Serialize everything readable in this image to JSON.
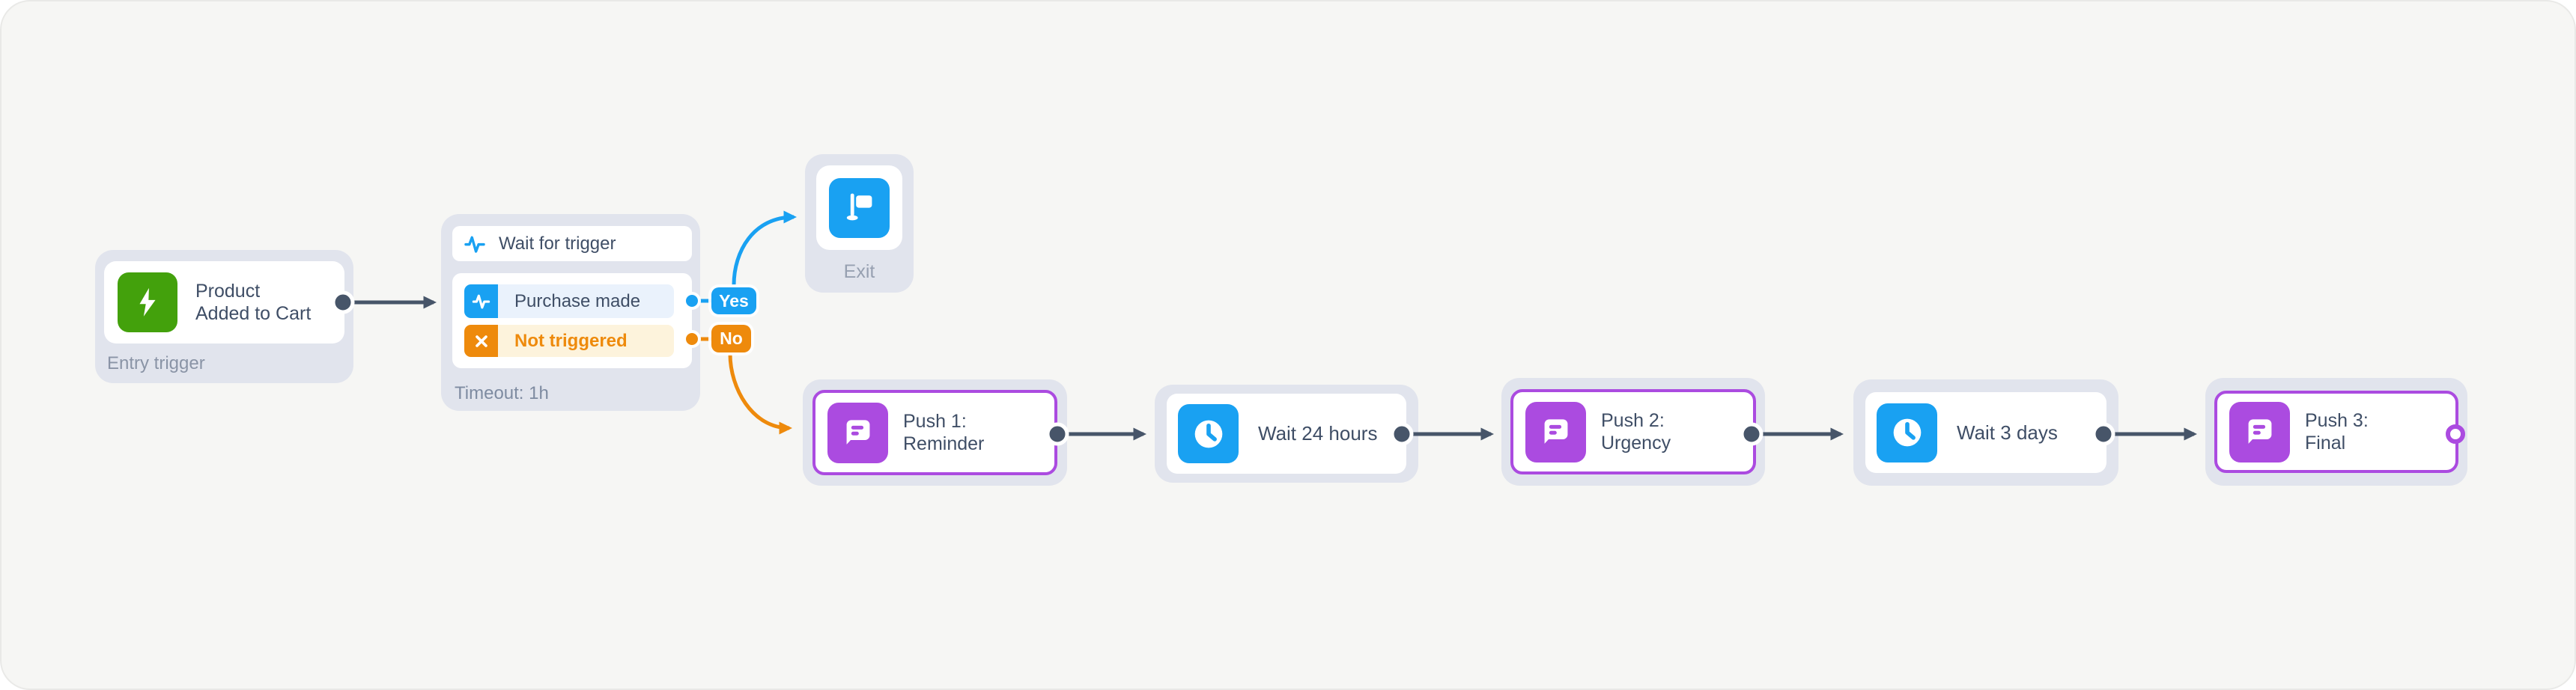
{
  "canvas": {
    "background": "#f6f6f4",
    "type": "marketing-automation-flow"
  },
  "colors": {
    "accent_blue": "#19a1f2",
    "accent_orange": "#ee8a0c",
    "accent_purple": "#ab4be0",
    "accent_green": "#43a10c",
    "connector_dark": "#475569",
    "node_container": "#e1e4ed",
    "row_blue_bg": "#eaf2fc",
    "row_orange_bg": "#fdf3dc",
    "title_text": "#3f4e66",
    "muted_text": "#8a94a6"
  },
  "nodes": {
    "entry": {
      "title_lines": [
        "Product",
        "Added to Cart"
      ],
      "caption": "Entry trigger",
      "icon": "lightning-icon"
    },
    "wait_trigger": {
      "header": "Wait for trigger",
      "header_icon": "pulse-icon",
      "branches": [
        {
          "label": "Purchase made",
          "icon": "pulse-icon",
          "connector_label": "Yes"
        },
        {
          "label": "Not triggered",
          "icon": "x-icon",
          "connector_label": "No"
        }
      ],
      "timeout": "Timeout: 1h"
    },
    "exit": {
      "label": "Exit",
      "icon": "flag-icon"
    },
    "push1": {
      "title_lines": [
        "Push 1:",
        "Reminder"
      ],
      "icon": "chat-bubble-icon"
    },
    "wait24": {
      "title": "Wait 24 hours",
      "icon": "clock-icon"
    },
    "push2": {
      "title_lines": [
        "Push 2:",
        "Urgency"
      ],
      "icon": "chat-bubble-icon"
    },
    "wait3": {
      "title": "Wait 3 days",
      "icon": "clock-icon"
    },
    "push3": {
      "title_lines": [
        "Push 3:",
        "Final"
      ],
      "icon": "chat-bubble-icon"
    }
  },
  "edges": [
    {
      "from": "entry",
      "to": "wait_trigger",
      "color": "#475569"
    },
    {
      "from": "wait_trigger",
      "to": "exit",
      "label": "Yes",
      "color": "#19a1f2"
    },
    {
      "from": "wait_trigger",
      "to": "push1",
      "label": "No",
      "color": "#ee8a0c"
    },
    {
      "from": "push1",
      "to": "wait24",
      "color": "#475569"
    },
    {
      "from": "wait24",
      "to": "push2",
      "color": "#475569"
    },
    {
      "from": "push2",
      "to": "wait3",
      "color": "#475569"
    },
    {
      "from": "wait3",
      "to": "push3",
      "color": "#475569"
    }
  ]
}
